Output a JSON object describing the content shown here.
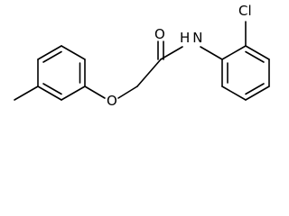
{
  "molecule": {
    "atoms": {
      "oxygen_carbonyl": "O",
      "nitrogen": "H N",
      "chlorine": "Cl",
      "oxygen_ether": "O"
    },
    "colors": {
      "bond": "#000000",
      "label": "#000000",
      "background": "#ffffff"
    }
  }
}
